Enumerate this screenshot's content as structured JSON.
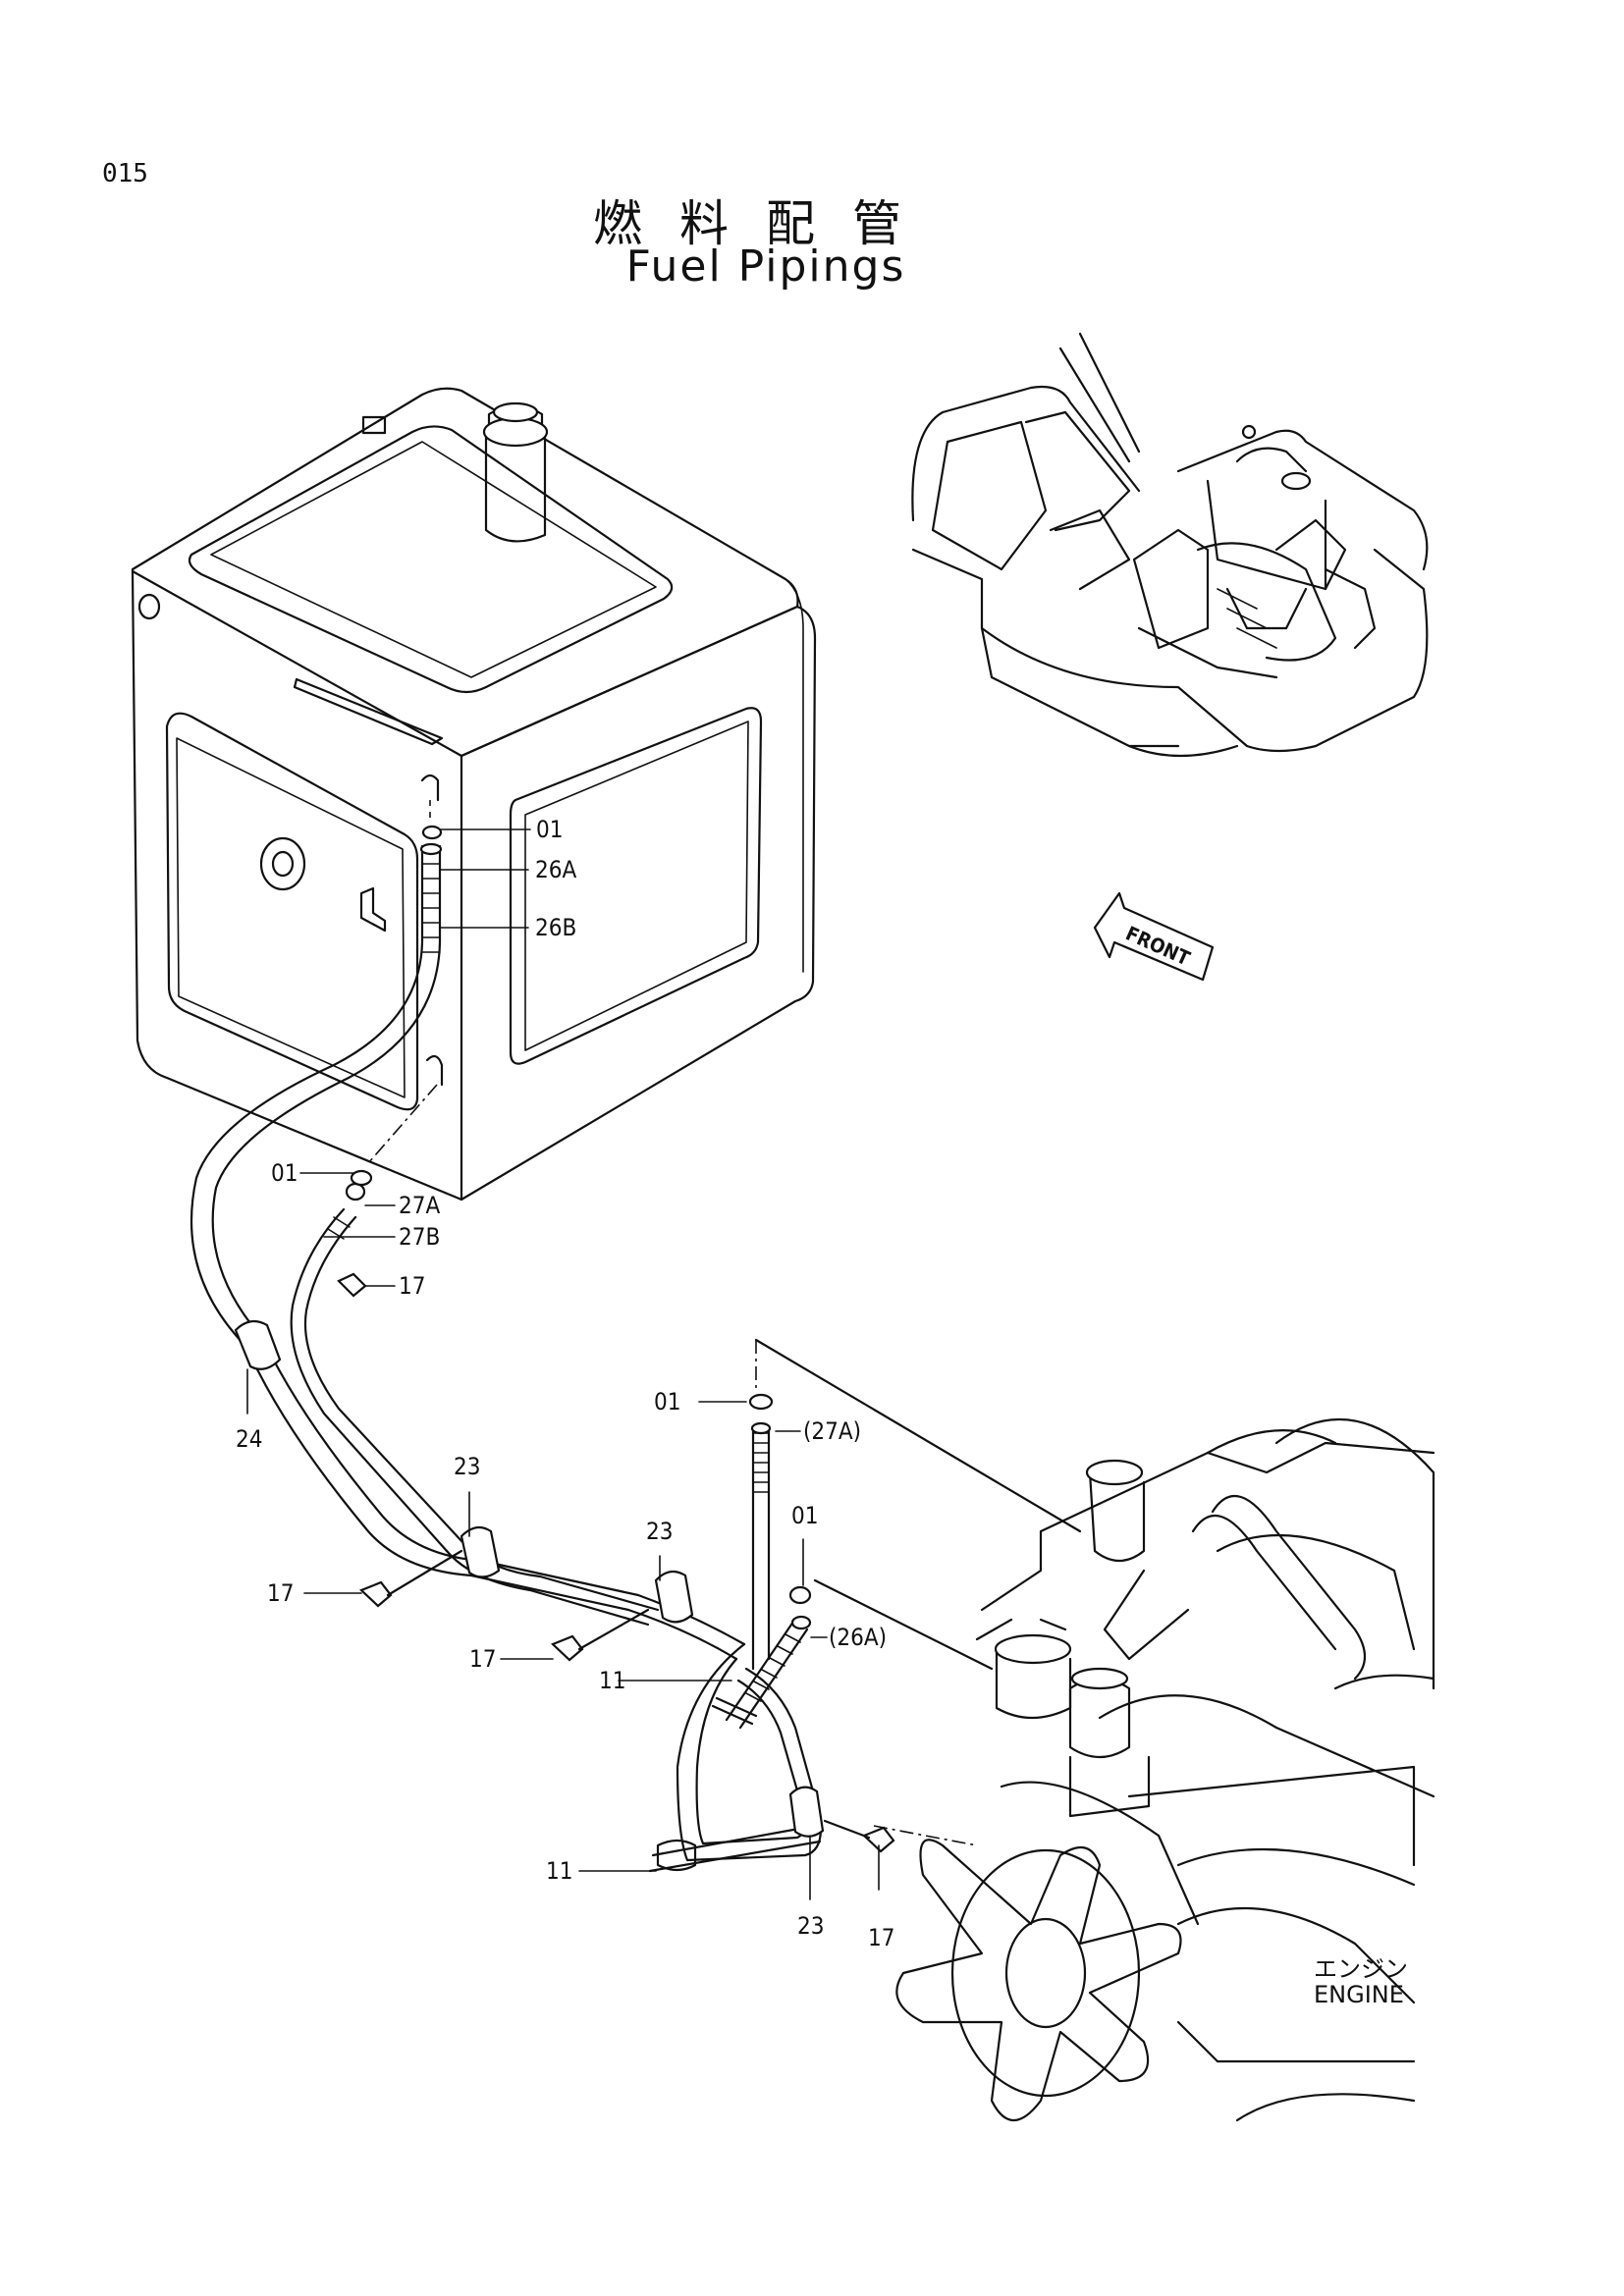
{
  "page": {
    "code": "015",
    "title_jp": "燃料配管",
    "title_en": "Fuel Pipings"
  },
  "labels": {
    "front": "FRONT",
    "engine_jp": "エンジン",
    "engine_en": "ENGINE"
  },
  "callouts": [
    {
      "id": "c01a",
      "text": "01"
    },
    {
      "id": "c26a",
      "text": "26A"
    },
    {
      "id": "c26b",
      "text": "26B"
    },
    {
      "id": "c01b",
      "text": "01"
    },
    {
      "id": "c27a",
      "text": "27A"
    },
    {
      "id": "c27b",
      "text": "27B"
    },
    {
      "id": "c17a",
      "text": "17"
    },
    {
      "id": "c24",
      "text": "24"
    },
    {
      "id": "c01c",
      "text": "01"
    },
    {
      "id": "c27a2",
      "text": "(27A)"
    },
    {
      "id": "c23a",
      "text": "23"
    },
    {
      "id": "c01d",
      "text": "01"
    },
    {
      "id": "c23b",
      "text": "23"
    },
    {
      "id": "c17b",
      "text": "17"
    },
    {
      "id": "c26a2",
      "text": "(26A)"
    },
    {
      "id": "c17c",
      "text": "17"
    },
    {
      "id": "c11a",
      "text": "11"
    },
    {
      "id": "c11b",
      "text": "11"
    },
    {
      "id": "c23c",
      "text": "23"
    },
    {
      "id": "c17d",
      "text": "17"
    }
  ]
}
